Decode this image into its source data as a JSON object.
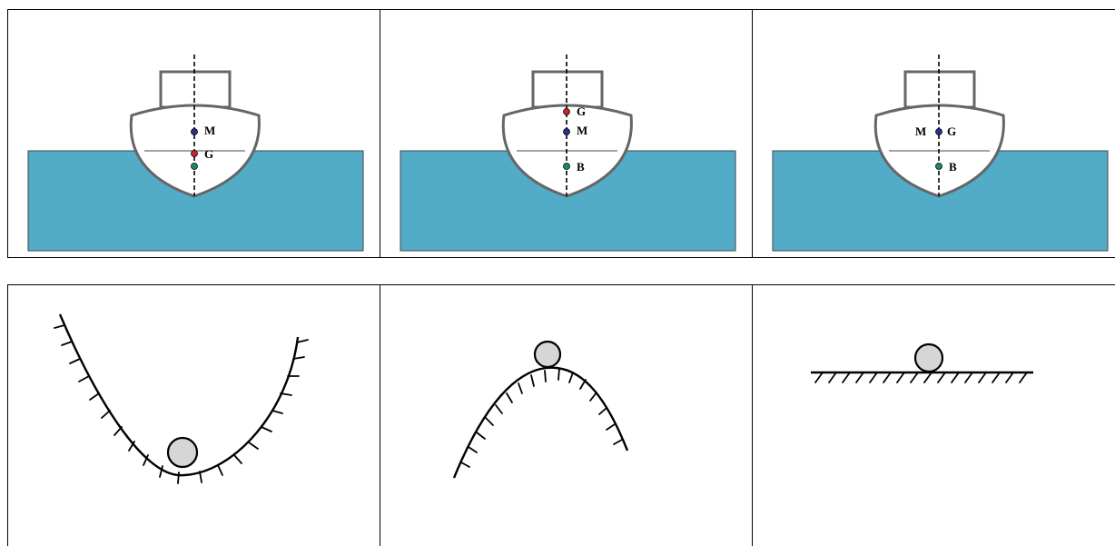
{
  "colors": {
    "water": "#52acc7",
    "hull_fill": "#ffffff",
    "hull_stroke": "#666666",
    "point_M": "#2b2f8e",
    "point_G": "#c7262a",
    "point_B": "#1f8a5a",
    "ball_fill": "#d6d6d6",
    "surface": "#000000"
  },
  "ship_panels": [
    {
      "id": "stable",
      "points": [
        {
          "key": "M",
          "label": "M"
        },
        {
          "key": "G",
          "label": "G"
        },
        {
          "key": "B",
          "label": ""
        }
      ]
    },
    {
      "id": "unstable",
      "points": [
        {
          "key": "G",
          "label": "G"
        },
        {
          "key": "M",
          "label": "M"
        },
        {
          "key": "B",
          "label": "B"
        }
      ]
    },
    {
      "id": "neutral",
      "points": [
        {
          "key": "M",
          "label": "M"
        },
        {
          "key": "G",
          "label": "G"
        },
        {
          "key": "B",
          "label": "B"
        }
      ]
    }
  ],
  "ball_panels": [
    {
      "id": "stable",
      "surface": "concave-valley",
      "icon": "ball-in-valley-icon"
    },
    {
      "id": "unstable",
      "surface": "convex-hill",
      "icon": "ball-on-hill-icon"
    },
    {
      "id": "neutral",
      "surface": "flat-ground",
      "icon": "ball-on-flat-icon"
    }
  ]
}
